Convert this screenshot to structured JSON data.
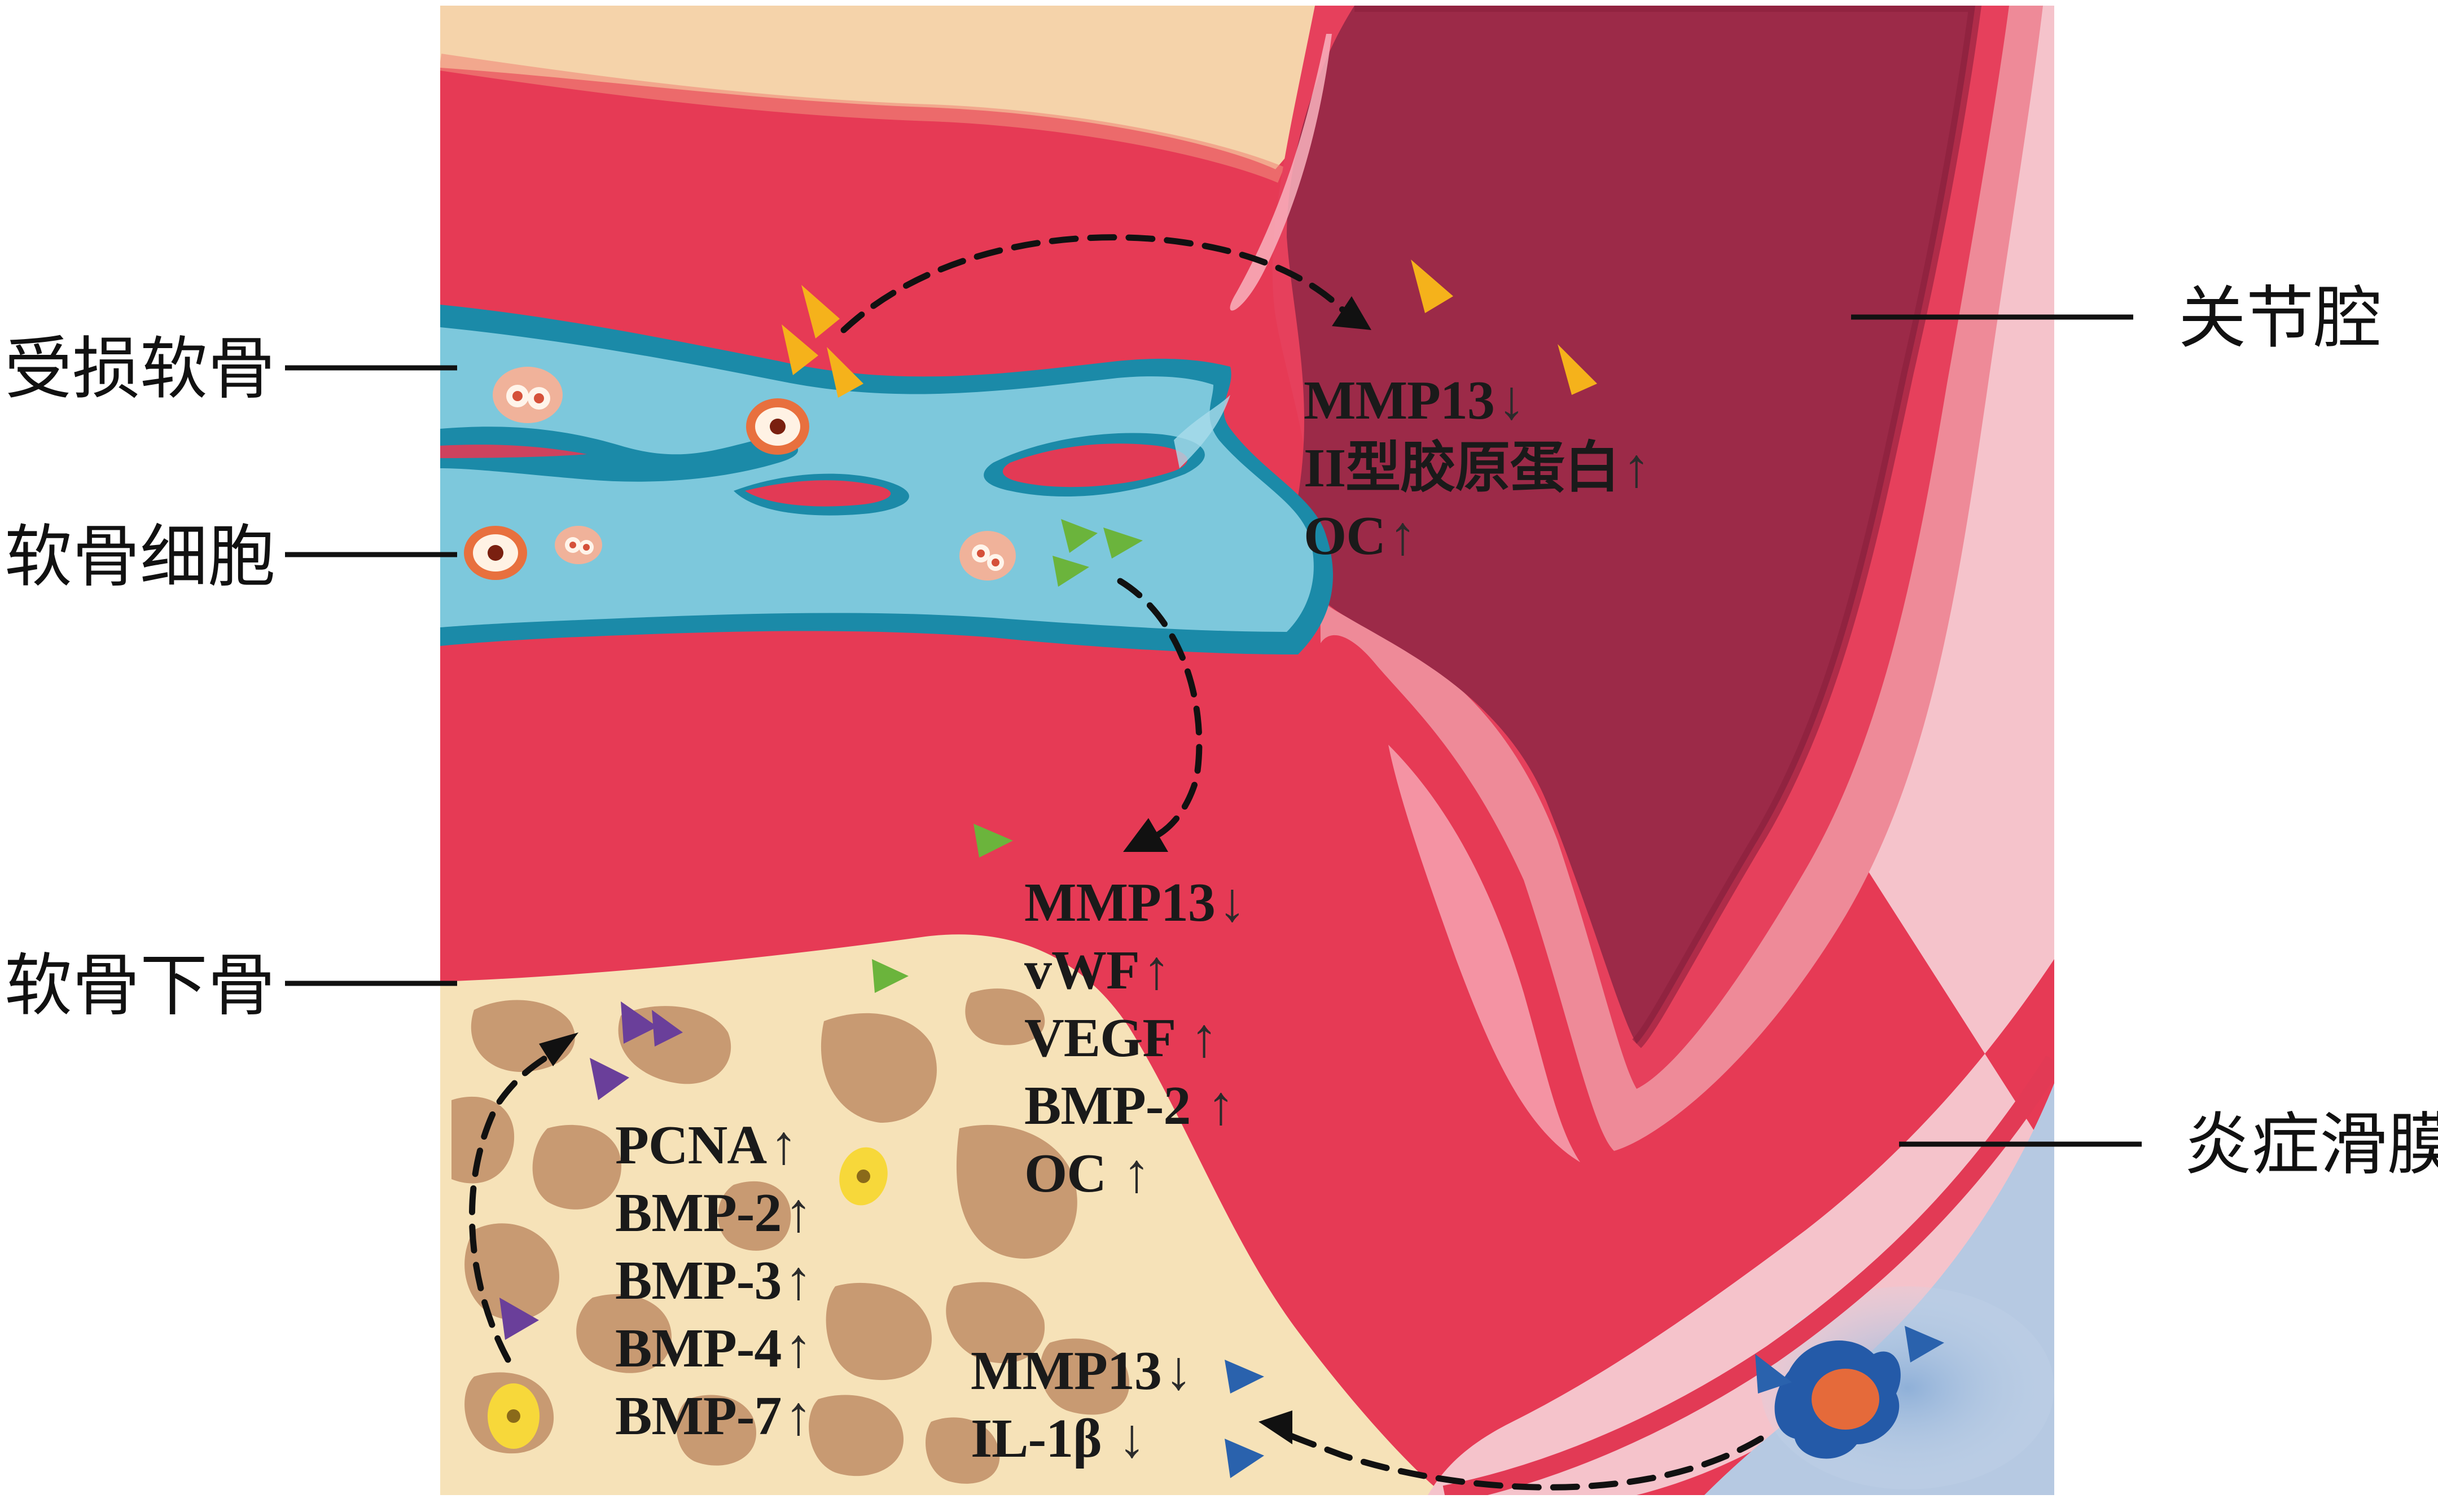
{
  "labels": {
    "damaged_cartilage": "受损软骨",
    "chondrocyte": "软骨细胞",
    "subchondral_bone": "软骨下骨",
    "joint_cavity": "关节腔",
    "inflamed_synovium": "炎症滑膜"
  },
  "marker_groups": {
    "joint_cavity": [
      {
        "name": "MMP13",
        "dir": "↓"
      },
      {
        "name": "II型胶原蛋白",
        "dir": "↑"
      },
      {
        "name": "OC",
        "dir": "↑"
      }
    ],
    "cartilage_to_bone": [
      {
        "name": "MMP13",
        "dir": "↓"
      },
      {
        "name": "vWF",
        "dir": "↑"
      },
      {
        "name": "VEGF ",
        "dir": "↑"
      },
      {
        "name": "BMP-2 ",
        "dir": "↑"
      },
      {
        "name": "OC ",
        "dir": "↑"
      }
    ],
    "subchondral_bone": [
      {
        "name": "PCNA",
        "dir": "↑"
      },
      {
        "name": "BMP-2",
        "dir": "↑"
      },
      {
        "name": "BMP-3",
        "dir": "↑"
      },
      {
        "name": "BMP-4",
        "dir": "↑"
      },
      {
        "name": "BMP-7",
        "dir": "↑"
      }
    ],
    "synovium": [
      {
        "name": "MMP13",
        "dir": "↓"
      },
      {
        "name": "IL-1β ",
        "dir": "↓"
      }
    ]
  },
  "colors": {
    "tissue_red": "#e63a55",
    "cavity_dark": "#9c2a48",
    "cartilage_cyan": "#7dc8dc",
    "cartilage_border": "#1b8aa8",
    "bone_beige": "#f6e2b8",
    "trabecula_brown": "#c89a72",
    "synovium_pink": "#ee8a98",
    "synovium_blue": "#a9c2de",
    "arrow_orange": "#f5b21b",
    "arrow_green": "#6bb43c",
    "arrow_purple": "#6a3f9a",
    "arrow_blue": "#2a62ad"
  }
}
